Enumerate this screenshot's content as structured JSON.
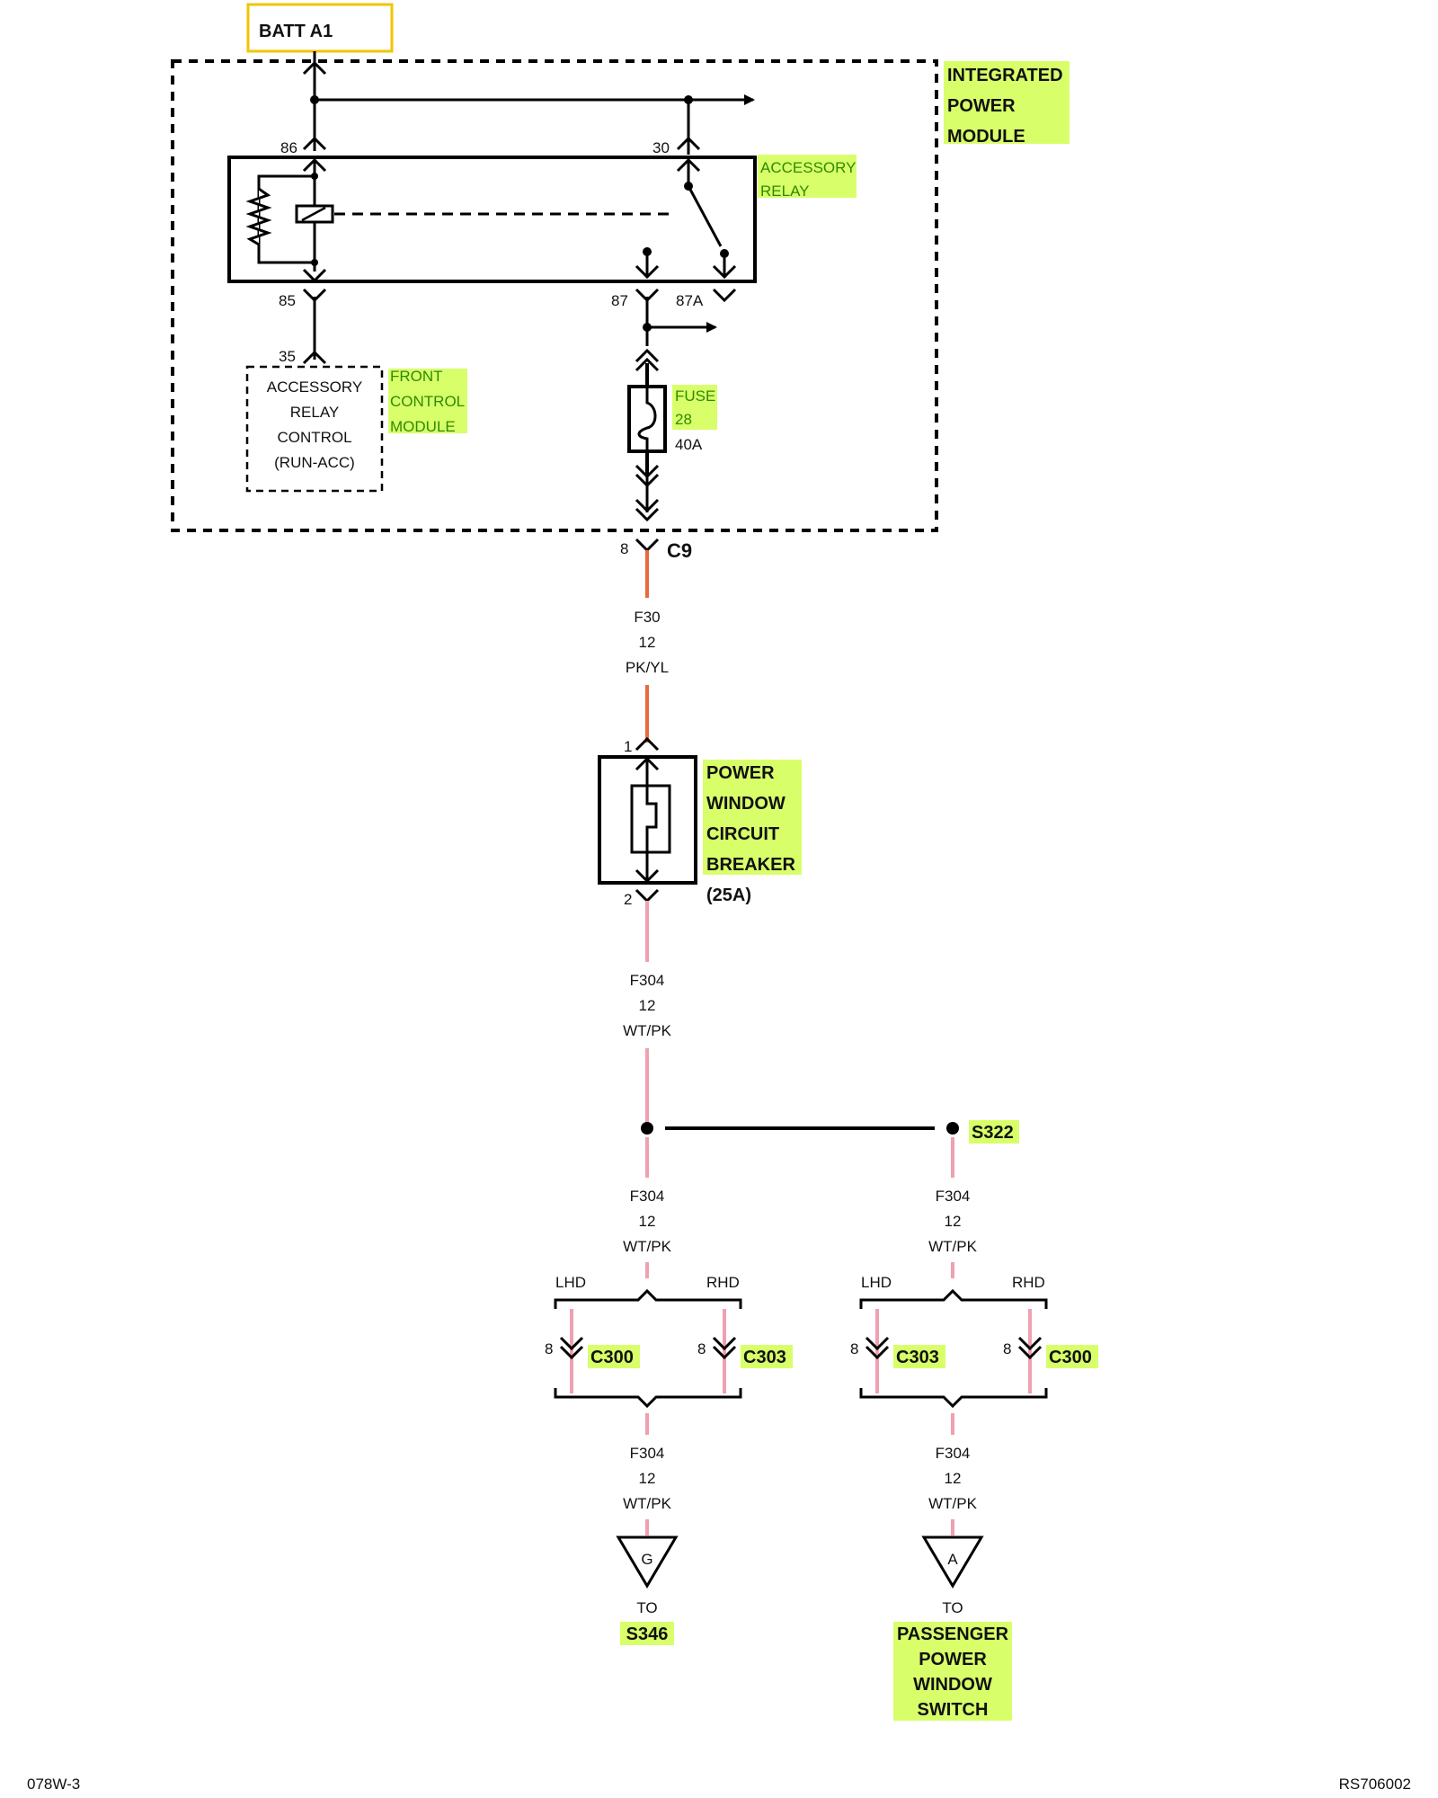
{
  "colors": {
    "highlight": "#d8ff6a",
    "batt_border": "#f2c500",
    "wire_pk_yl": "#e86a3c",
    "wire_wt_pk": "#f0a0b0",
    "module_green_text": "#2e8b00"
  },
  "battery": {
    "label": "BATT A1"
  },
  "ipm": {
    "title": [
      "INTEGRATED",
      "POWER",
      "MODULE"
    ]
  },
  "relay": {
    "label": [
      "ACCESSORY",
      "RELAY"
    ],
    "pins": {
      "p86": "86",
      "p30": "30",
      "p85": "85",
      "p87": "87",
      "p87a": "87A"
    }
  },
  "fcm": {
    "pin": "35",
    "box": [
      "ACCESSORY",
      "RELAY",
      "CONTROL",
      "(RUN-ACC)"
    ],
    "label": [
      "FRONT",
      "CONTROL",
      "MODULE"
    ]
  },
  "fuse": {
    "label": [
      "FUSE",
      "28"
    ],
    "rating": "40A"
  },
  "c9": {
    "pin": "8",
    "name": "C9"
  },
  "wire1": {
    "circuit": "F30",
    "gauge": "12",
    "color": "PK/YL"
  },
  "breaker": {
    "pin_in": "1",
    "pin_out": "2",
    "label": [
      "POWER",
      "WINDOW",
      "CIRCUIT",
      "BREAKER"
    ],
    "rating": "(25A)"
  },
  "wire2": {
    "circuit": "F304",
    "gauge": "12",
    "color": "WT/PK"
  },
  "splice": {
    "name": "S322"
  },
  "left": {
    "wire_a": {
      "circuit": "F304",
      "gauge": "12",
      "color": "WT/PK"
    },
    "lhd": "LHD",
    "rhd": "RHD",
    "c_left_pin": "8",
    "c_left": "C300",
    "c_right_pin": "8",
    "c_right": "C303",
    "wire_b": {
      "circuit": "F304",
      "gauge": "12",
      "color": "WT/PK"
    },
    "term": "G",
    "to": "TO",
    "dest": [
      "S346"
    ]
  },
  "right": {
    "wire_a": {
      "circuit": "F304",
      "gauge": "12",
      "color": "WT/PK"
    },
    "lhd": "LHD",
    "rhd": "RHD",
    "c_left_pin": "8",
    "c_left": "C303",
    "c_right_pin": "8",
    "c_right": "C300",
    "wire_b": {
      "circuit": "F304",
      "gauge": "12",
      "color": "WT/PK"
    },
    "term": "A",
    "to": "TO",
    "dest": [
      "PASSENGER",
      "POWER",
      "WINDOW",
      "SWITCH"
    ]
  },
  "footer": {
    "left": "078W-3",
    "right": "RS706002"
  }
}
